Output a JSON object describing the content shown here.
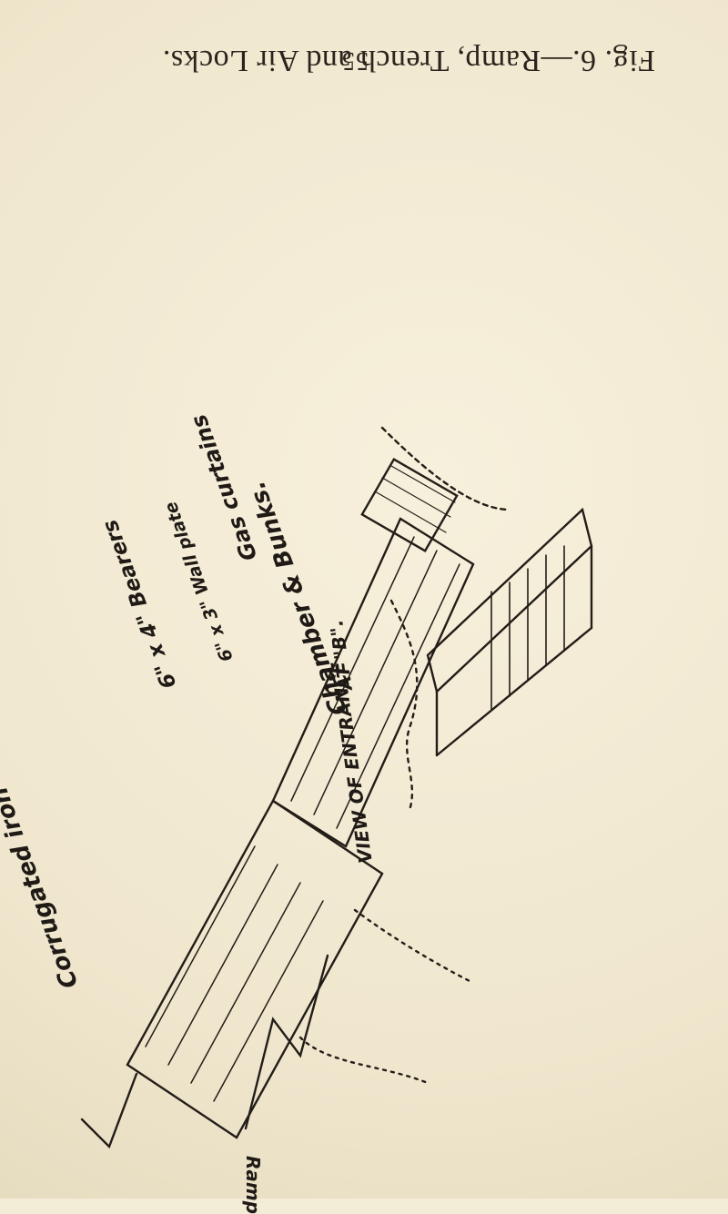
{
  "page": {
    "page_number": "55",
    "caption": "Fig. 6.—Ramp, Trench and Air Locks."
  },
  "labels": {
    "chamber_bunks": "Chamber & Bunks.",
    "view_of_entrance": "VIEW OF ENTRANCE",
    "at_b": "AT \"B\".",
    "gas_curtains": "Gas curtains",
    "wall_plate": "6\" x 3\" Wall plate",
    "bearers": "6\" x 4\" Bearers",
    "ramp": "Ramp",
    "corrugated_iron": "Corrugated iron"
  },
  "colors": {
    "paper": "#f3ecd6",
    "ink": "#1f1a16"
  }
}
